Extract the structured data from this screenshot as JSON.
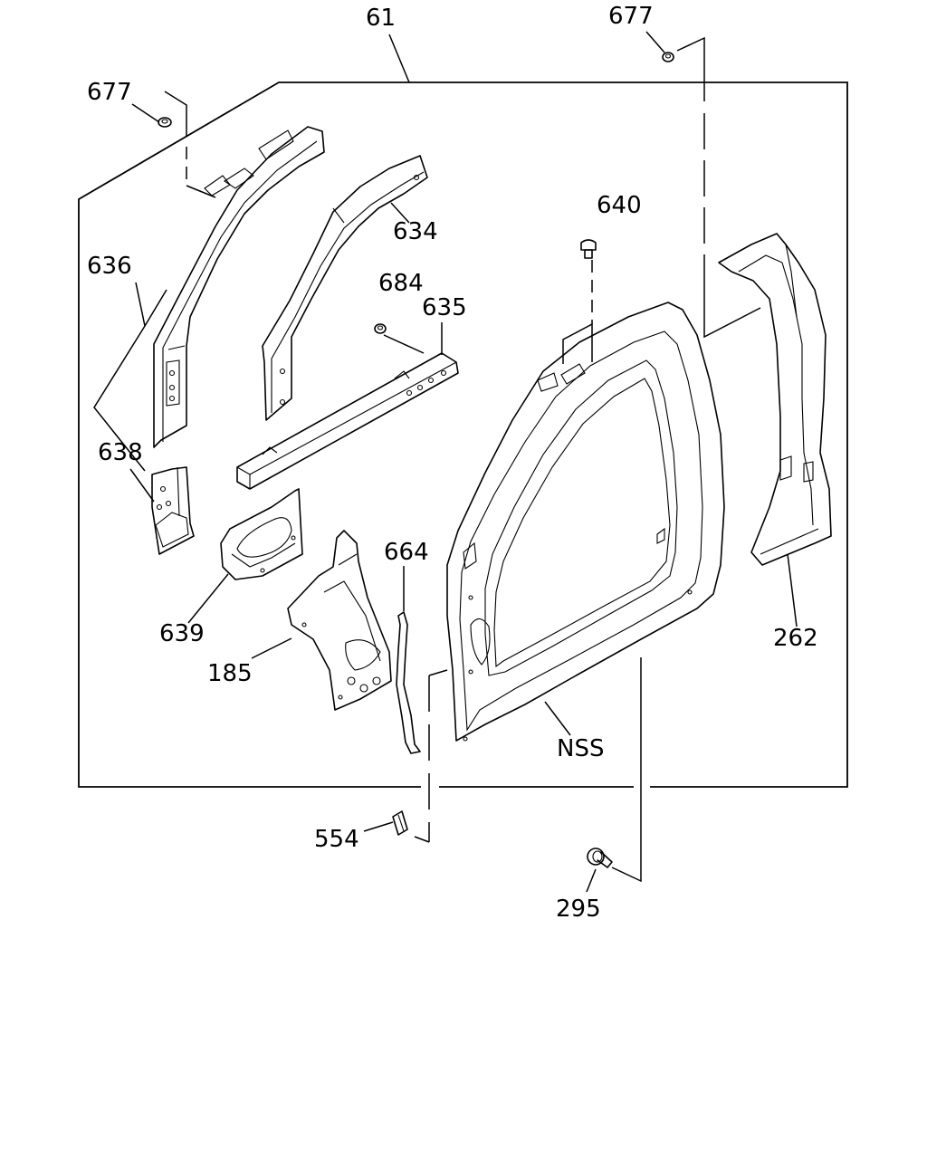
{
  "labels": {
    "p61": "61",
    "p677_left": "677",
    "p677_right": "677",
    "p634": "634",
    "p636": "636",
    "p640": "640",
    "p684": "684",
    "p635": "635",
    "p638": "638",
    "p664": "664",
    "p639": "639",
    "p185": "185",
    "p262": "262",
    "nss": "NSS",
    "p554": "554",
    "p295": "295"
  }
}
